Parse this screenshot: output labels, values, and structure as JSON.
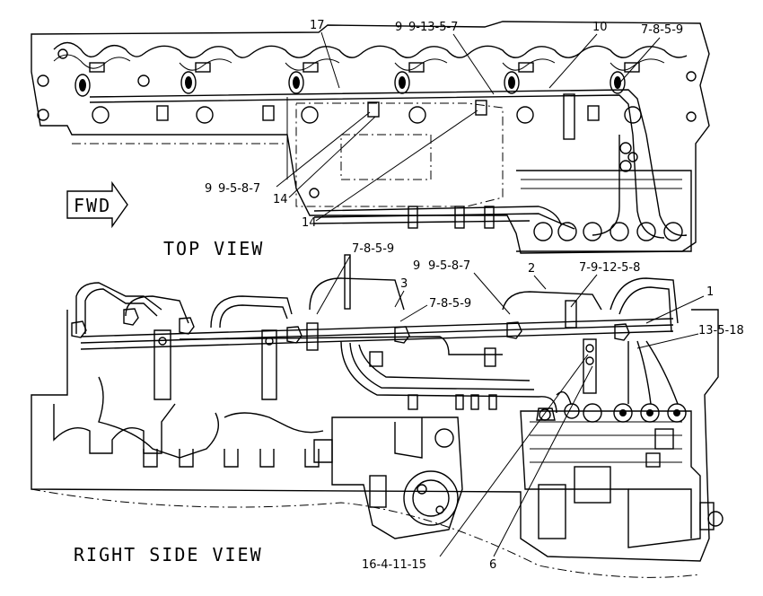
{
  "views": {
    "top": "TOP VIEW",
    "side": "RIGHT SIDE VIEW"
  },
  "fwd_label": "FWD",
  "callouts": {
    "c17": "17",
    "c9_13_5_7": "9-13-5-7",
    "c9_13_prefix": "9",
    "c10": "10",
    "c7_8_5_9_top": "7-8-5-9",
    "c9_5_8_7_top": "9-5-8-7",
    "c9_top_prefix": "9",
    "c14a": "14",
    "c14b": "14",
    "c7_8_5_9_mid": "7-8-5-9",
    "c9_5_8_7_mid": "9-5-8-7",
    "c9_mid_prefix": "9",
    "c2": "2",
    "c7_9_12_5_8": "7-9-12-5-8",
    "c3": "3",
    "c7_8_5_9_lower": "7-8-5-9",
    "c1": "1",
    "c13_5_18": "13-5-18",
    "c16_4_11_15": "16-4-11-15",
    "c6": "6"
  }
}
